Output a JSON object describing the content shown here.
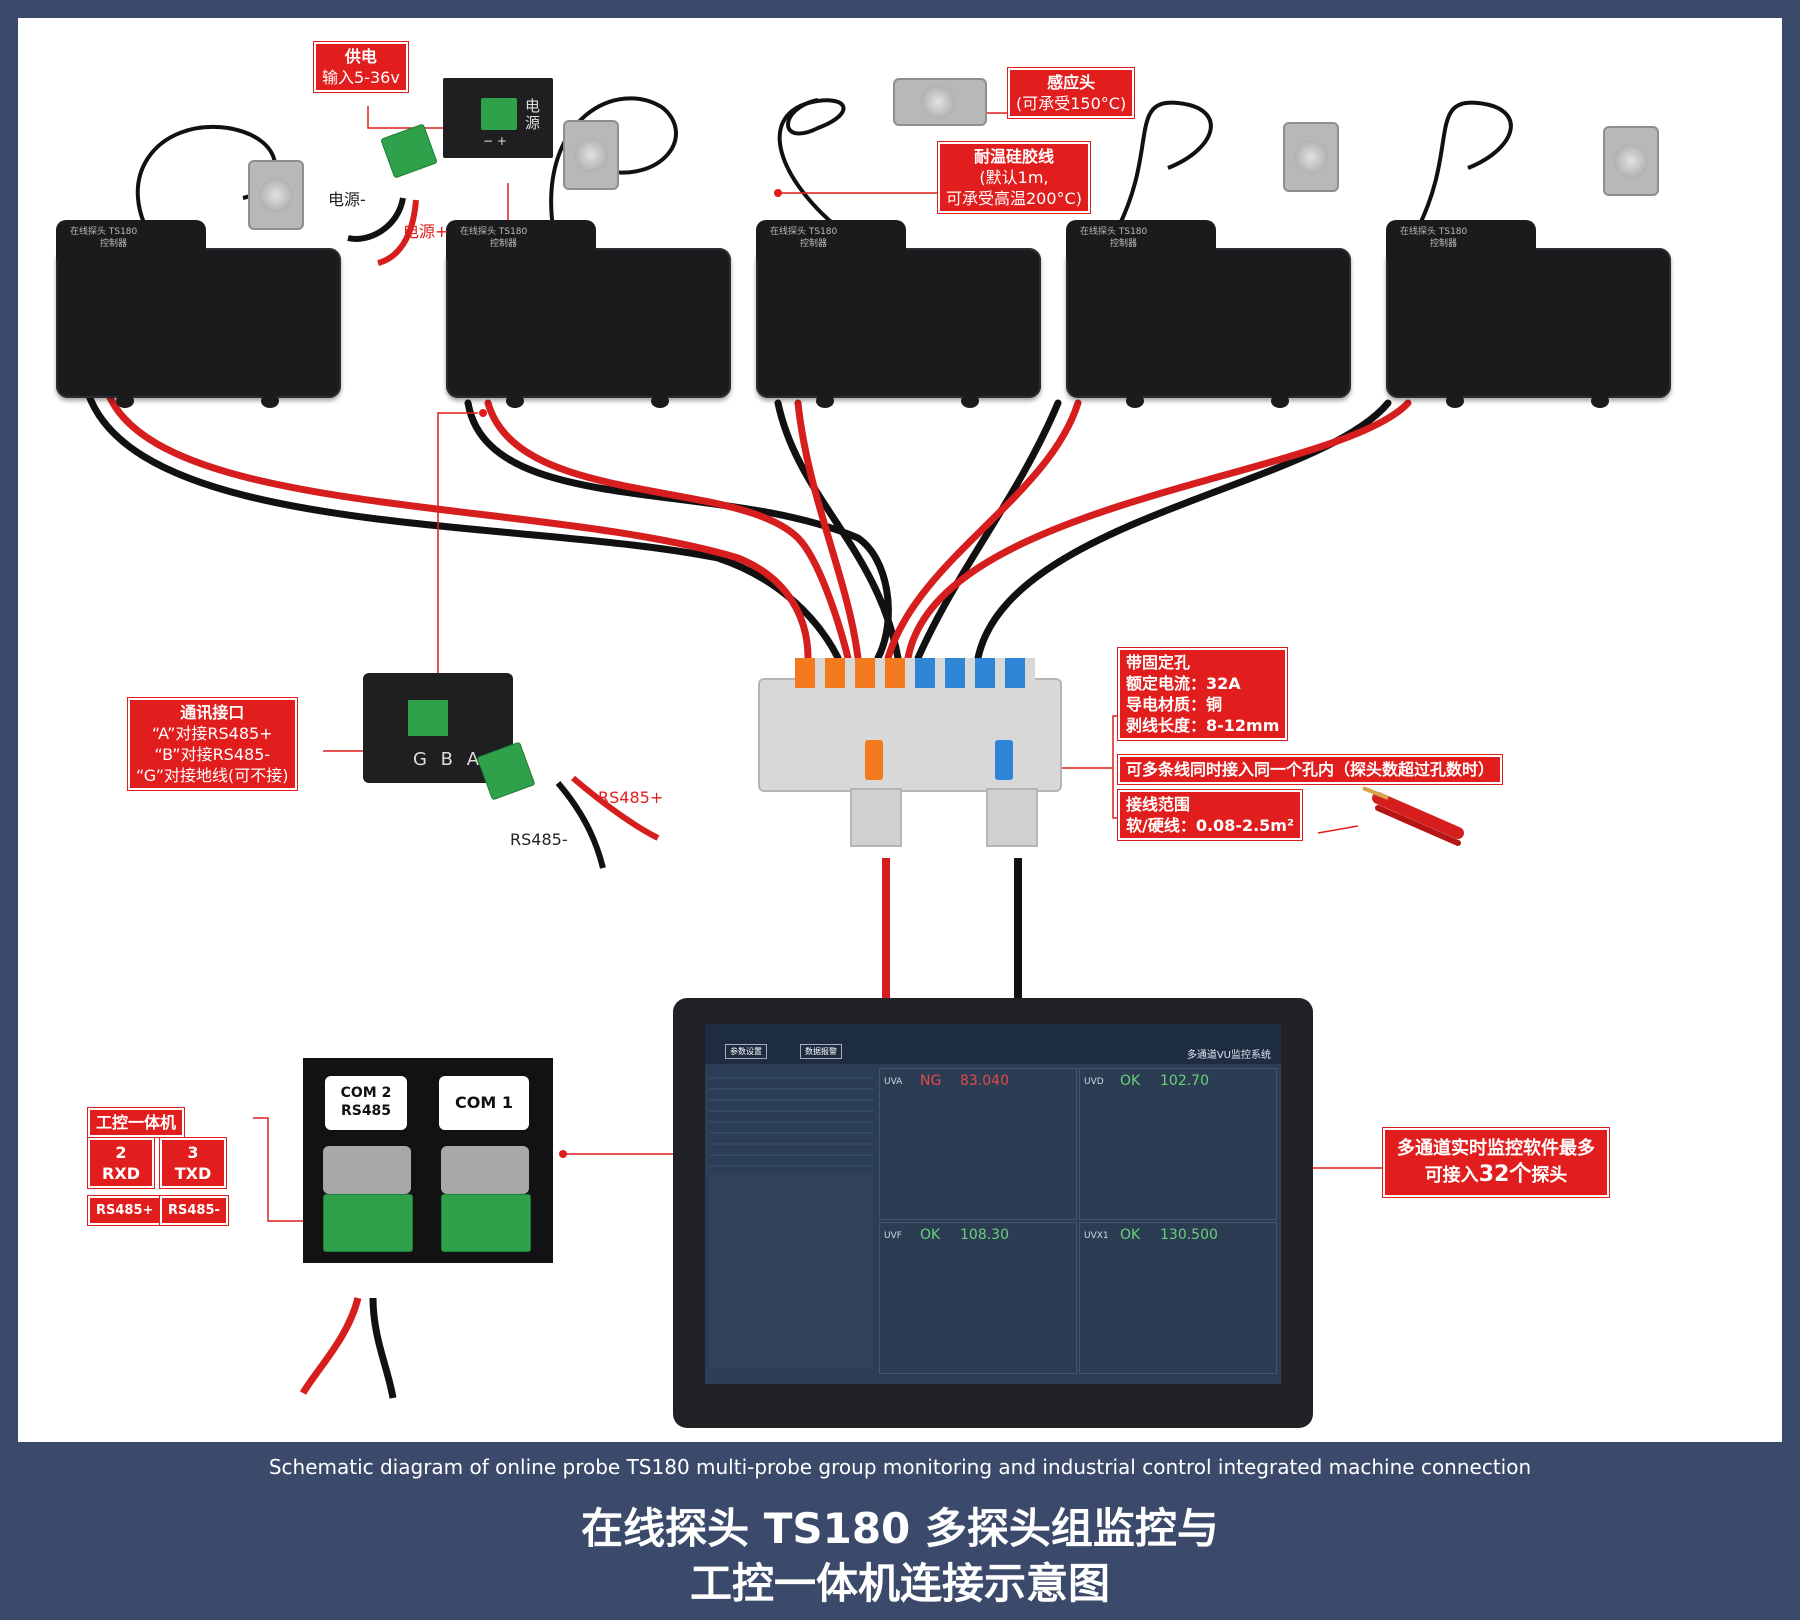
{
  "colors": {
    "background": "#3b4a6b",
    "accent_red": "#e11d1d",
    "wire_red": "#d61e1e",
    "wire_black": "#111111"
  },
  "controller_label": {
    "line1": "在线探头 TS180",
    "line2": "控制器"
  },
  "power": {
    "title": "供电",
    "input": "输入5-36v",
    "psu_label": "电源",
    "minus_label": "电源-",
    "plus_label": "电源+",
    "sign": "− +"
  },
  "probe_head": {
    "title": "感应头",
    "note": "(可承受150°C)"
  },
  "cable": {
    "title": "耐温硅胶线",
    "line1": "(默认1m,",
    "line2": "可承受高温200°C)"
  },
  "comm": {
    "title": "通讯接口",
    "line1": "“A”对接RS485+",
    "line2": "“B”对接RS485-",
    "line3": "“G”对接地线(可不接)",
    "port_label": "G B A",
    "plus": "RS485+",
    "minus": "RS485-"
  },
  "block_spec": {
    "l1": "带固定孔",
    "l2": "额定电流：32A",
    "l3": "导电材质：铜",
    "l4": "剥线长度：8-12mm"
  },
  "block_multi": "可多条线同时接入同一个孔内（探头数超过孔数时）",
  "block_range": {
    "l1": "接线范围",
    "l2": "软/硬线：0.08-2.5m²"
  },
  "ipc": {
    "title": "工控一体机",
    "pin2": "2",
    "rxd": "RXD",
    "pin3": "3",
    "txd": "TXD",
    "rs485p": "RS485+",
    "rs485n": "RS485-"
  },
  "com2": {
    "l1": "COM 2",
    "l2": "RS485"
  },
  "com1": "COM 1",
  "software": {
    "l1": "多通道实时监控软件最多",
    "l2a": "可接入",
    "l2b": "32个",
    "l2c": "探头"
  },
  "screen_ui": {
    "app_title": "多通道VU监控系统",
    "btn_a": "参数设置",
    "btn_b": "数据报警",
    "panels": [
      {
        "name": "UVA",
        "status": "NG",
        "value": "83.040"
      },
      {
        "name": "UVD",
        "status": "OK",
        "value": "102.70"
      },
      {
        "name": "UVF",
        "status": "OK",
        "value": "108.30"
      },
      {
        "name": "UVX1",
        "status": "OK",
        "value": "130.500"
      }
    ]
  },
  "caption_en": "Schematic diagram of online probe TS180 multi-probe group monitoring and industrial control integrated machine connection",
  "caption_cn_1": "在线探头 TS180 多探头组监控与",
  "caption_cn_2": "工控一体机连接示意图"
}
